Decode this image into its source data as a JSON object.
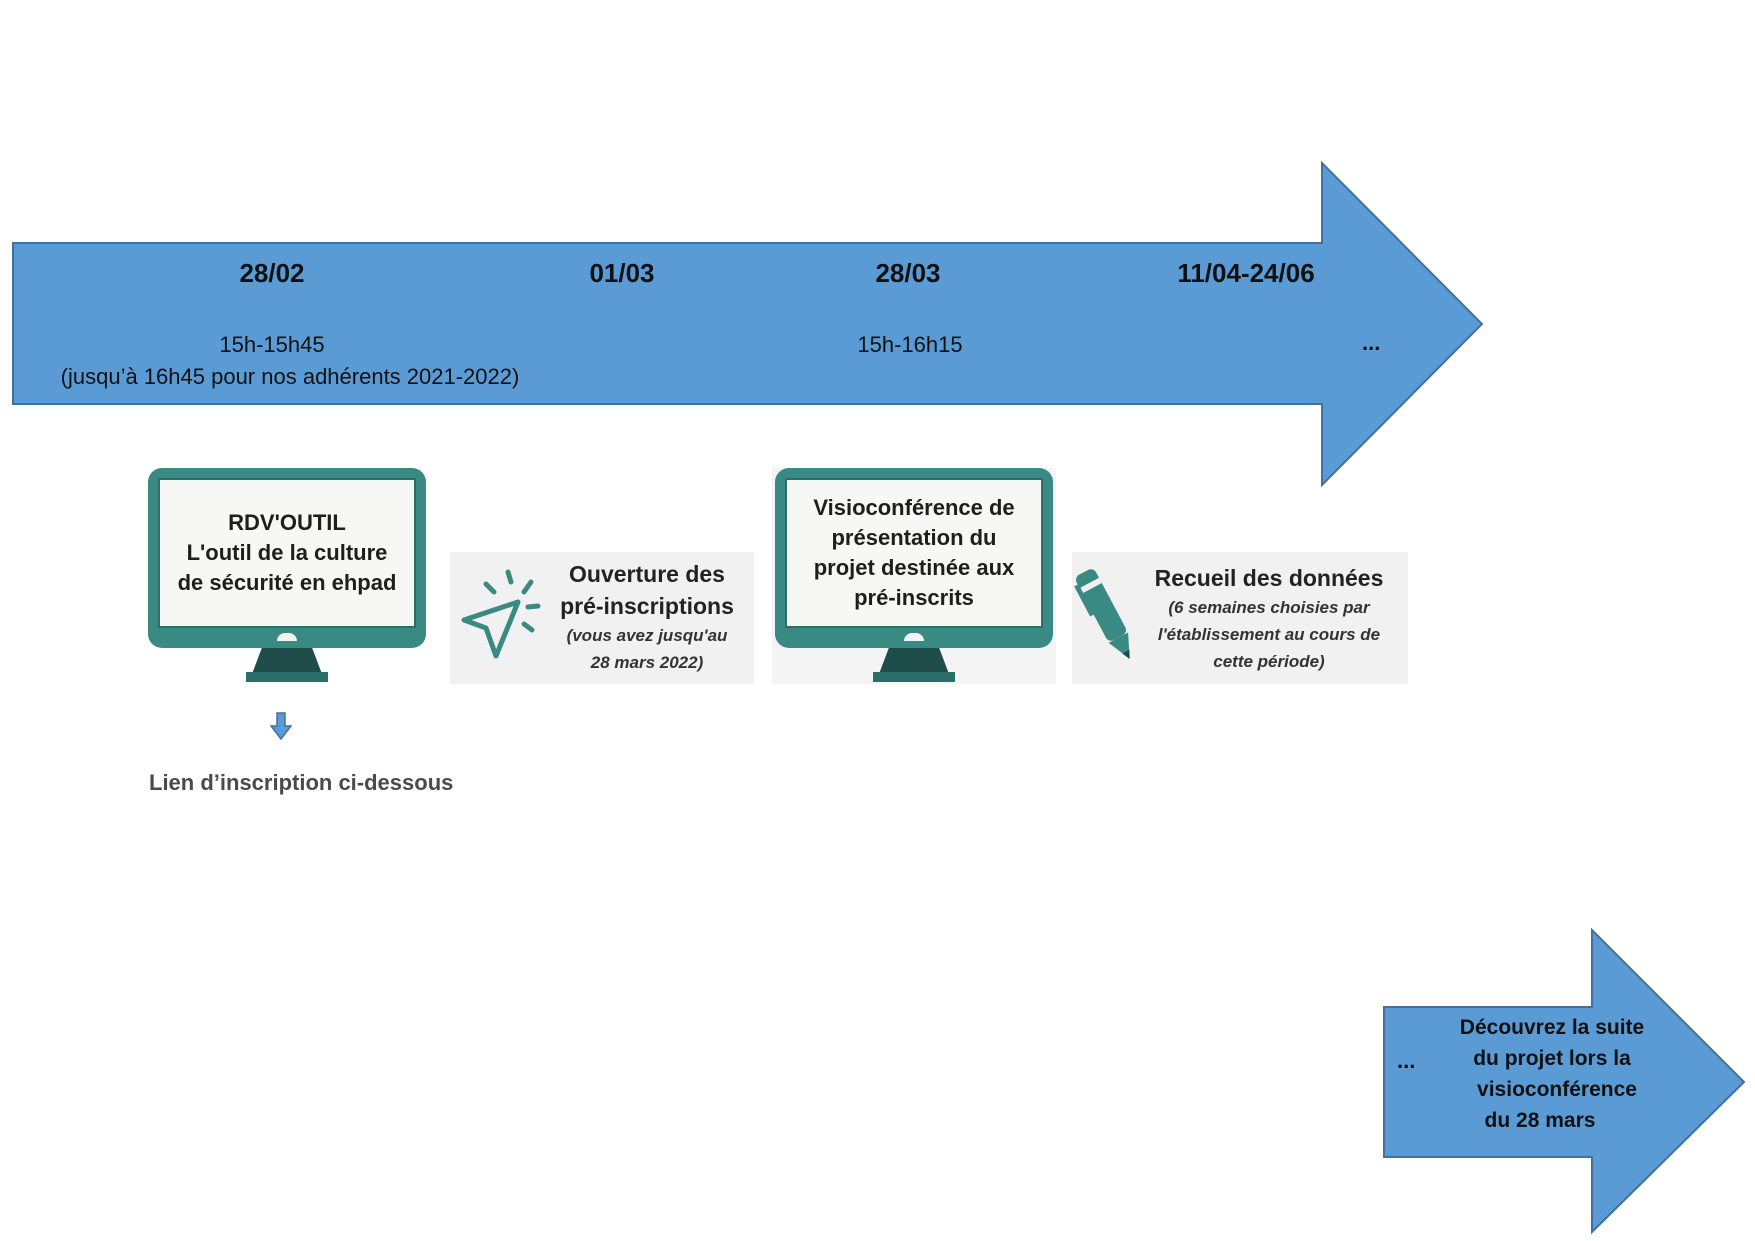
{
  "colors": {
    "arrow_fill": "#5b9bd5",
    "arrow_stroke": "#41719c",
    "teal": "#3a8a84",
    "dark_teal": "#1f4e4a",
    "card_bg": "#f1f1f1"
  },
  "timeline": {
    "milestones": [
      {
        "date": "28/02",
        "time": "15h-15h45",
        "note": "(jusqu’à 16h45 pour nos adhérents 2021-2022)"
      },
      {
        "date": "01/03"
      },
      {
        "date": "28/03",
        "time": "15h-16h15"
      },
      {
        "date": "11/04-24/06"
      }
    ],
    "ellipsis": "..."
  },
  "cards": {
    "rdv_outil": {
      "icon": "monitor-icon",
      "lines": [
        "RDV'OUTIL",
        "L'outil de la culture",
        "de sécurité en ehpad"
      ]
    },
    "preinscriptions": {
      "icon": "cursor-click-icon",
      "title_lines": [
        "Ouverture des",
        "pré-inscriptions"
      ],
      "note_lines": [
        "(vous avez jusqu'au",
        "28 mars 2022)"
      ]
    },
    "visioconference": {
      "icon": "monitor-icon",
      "lines": [
        "Visioconférence de",
        "présentation du",
        "projet destinée aux",
        "pré-inscrits"
      ]
    },
    "recueil": {
      "icon": "pen-icon",
      "title": "Recueil des données",
      "note_lines": [
        "(6 semaines choisies par",
        "l'établissement au cours de",
        "cette période)"
      ]
    }
  },
  "registration": {
    "arrow_icon": "arrow-down-icon",
    "text": "Lien d’inscription ci-dessous"
  },
  "next_step": {
    "ellipsis": "...",
    "lines": [
      "Découvrez la suite",
      "du projet lors la",
      "visioconférence",
      "du 28 mars"
    ]
  }
}
